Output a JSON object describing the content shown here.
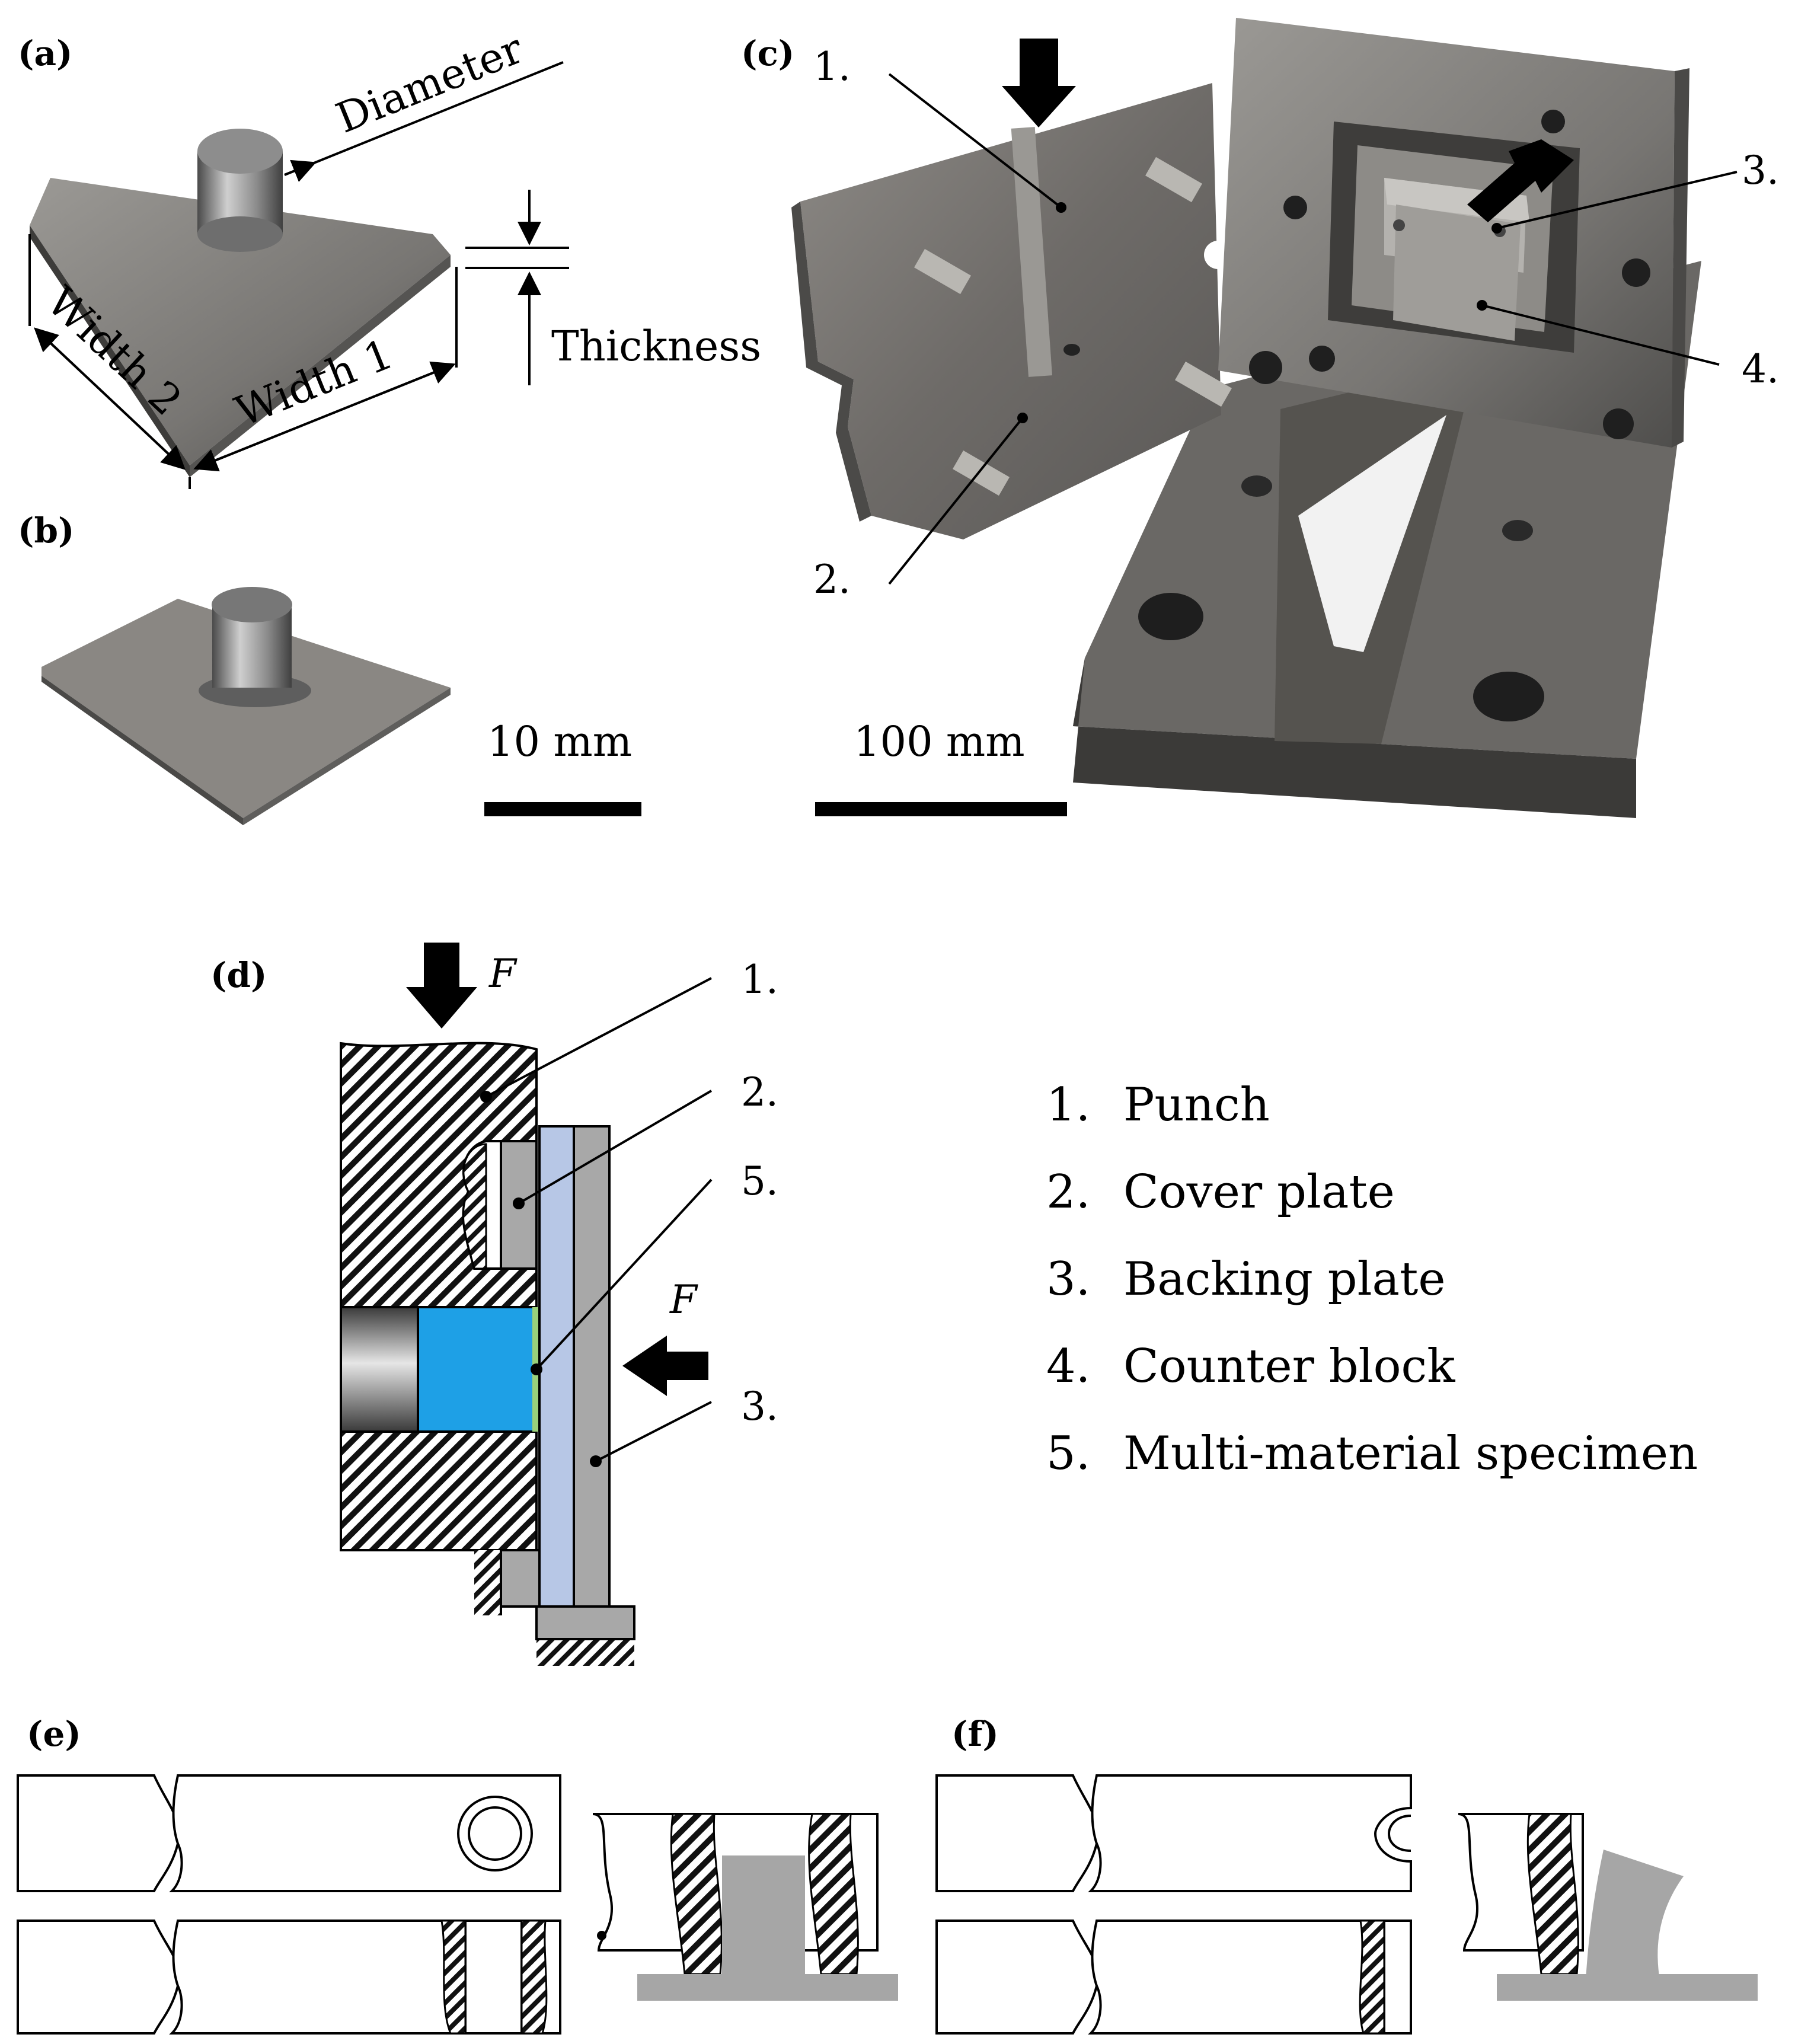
{
  "panels": {
    "a": "(a)",
    "b": "(b)",
    "c": "(c)",
    "d": "(d)",
    "e": "(e)",
    "f": "(f)"
  },
  "specimen_dimensions": {
    "diameter": "Diameter",
    "thickness": "Thickness",
    "width1": "Width 1",
    "width2": "Width 2"
  },
  "scale_bars": {
    "small": "10 mm",
    "large": "100 mm"
  },
  "photo_callouts": [
    "1.",
    "2.",
    "3.",
    "4."
  ],
  "schematic": {
    "force": "F",
    "callouts": [
      "1.",
      "2.",
      "5.",
      "3."
    ]
  },
  "legend": [
    {
      "num": "1.",
      "text": "Punch"
    },
    {
      "num": "2.",
      "text": "Cover plate"
    },
    {
      "num": "3.",
      "text": "Backing plate"
    },
    {
      "num": "4.",
      "text": "Counter block"
    },
    {
      "num": "5.",
      "text": "Multi-material specimen"
    }
  ],
  "colors": {
    "specimen_top": "#1ea0e6",
    "adhesive_layer": "#9ad07a",
    "cover_plate": "#b7c7e6",
    "backing_plate": "#a8a8a8",
    "steel_photo": "#7d7b78",
    "remnant_fill": "#a6a6a6"
  }
}
